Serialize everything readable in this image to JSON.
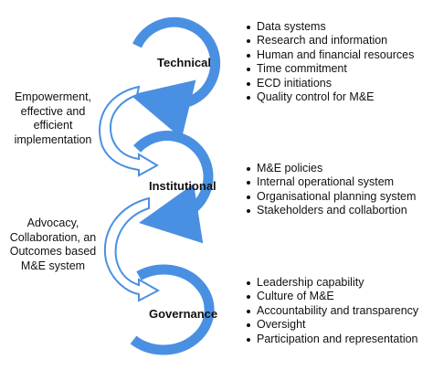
{
  "colors": {
    "accent": "#4a90e2",
    "arrow_fill": "#ffffff",
    "text": "#111111"
  },
  "stages": [
    {
      "label": "Technical",
      "items": [
        "Data systems",
        "Research and information",
        "Human and financial resources",
        "Time commitment",
        "ECD initiations",
        "Quality control for M&E"
      ]
    },
    {
      "label": "Institutional",
      "items": [
        "M&E policies",
        "Internal operational system",
        "Organisational planning system",
        "Stakeholders and collabortion"
      ]
    },
    {
      "label": "Governance",
      "items": [
        "Leadership capability",
        "Culture of M&E",
        "Accountability and transparency",
        "Oversight",
        "Participation and representation"
      ]
    }
  ],
  "transitions": [
    {
      "lines": [
        "Empowerment,",
        "effective and",
        "efficient",
        "implementation"
      ]
    },
    {
      "lines": [
        "Advocacy,",
        "Collaboration, an",
        "Outcomes based",
        "M&E system"
      ]
    }
  ]
}
